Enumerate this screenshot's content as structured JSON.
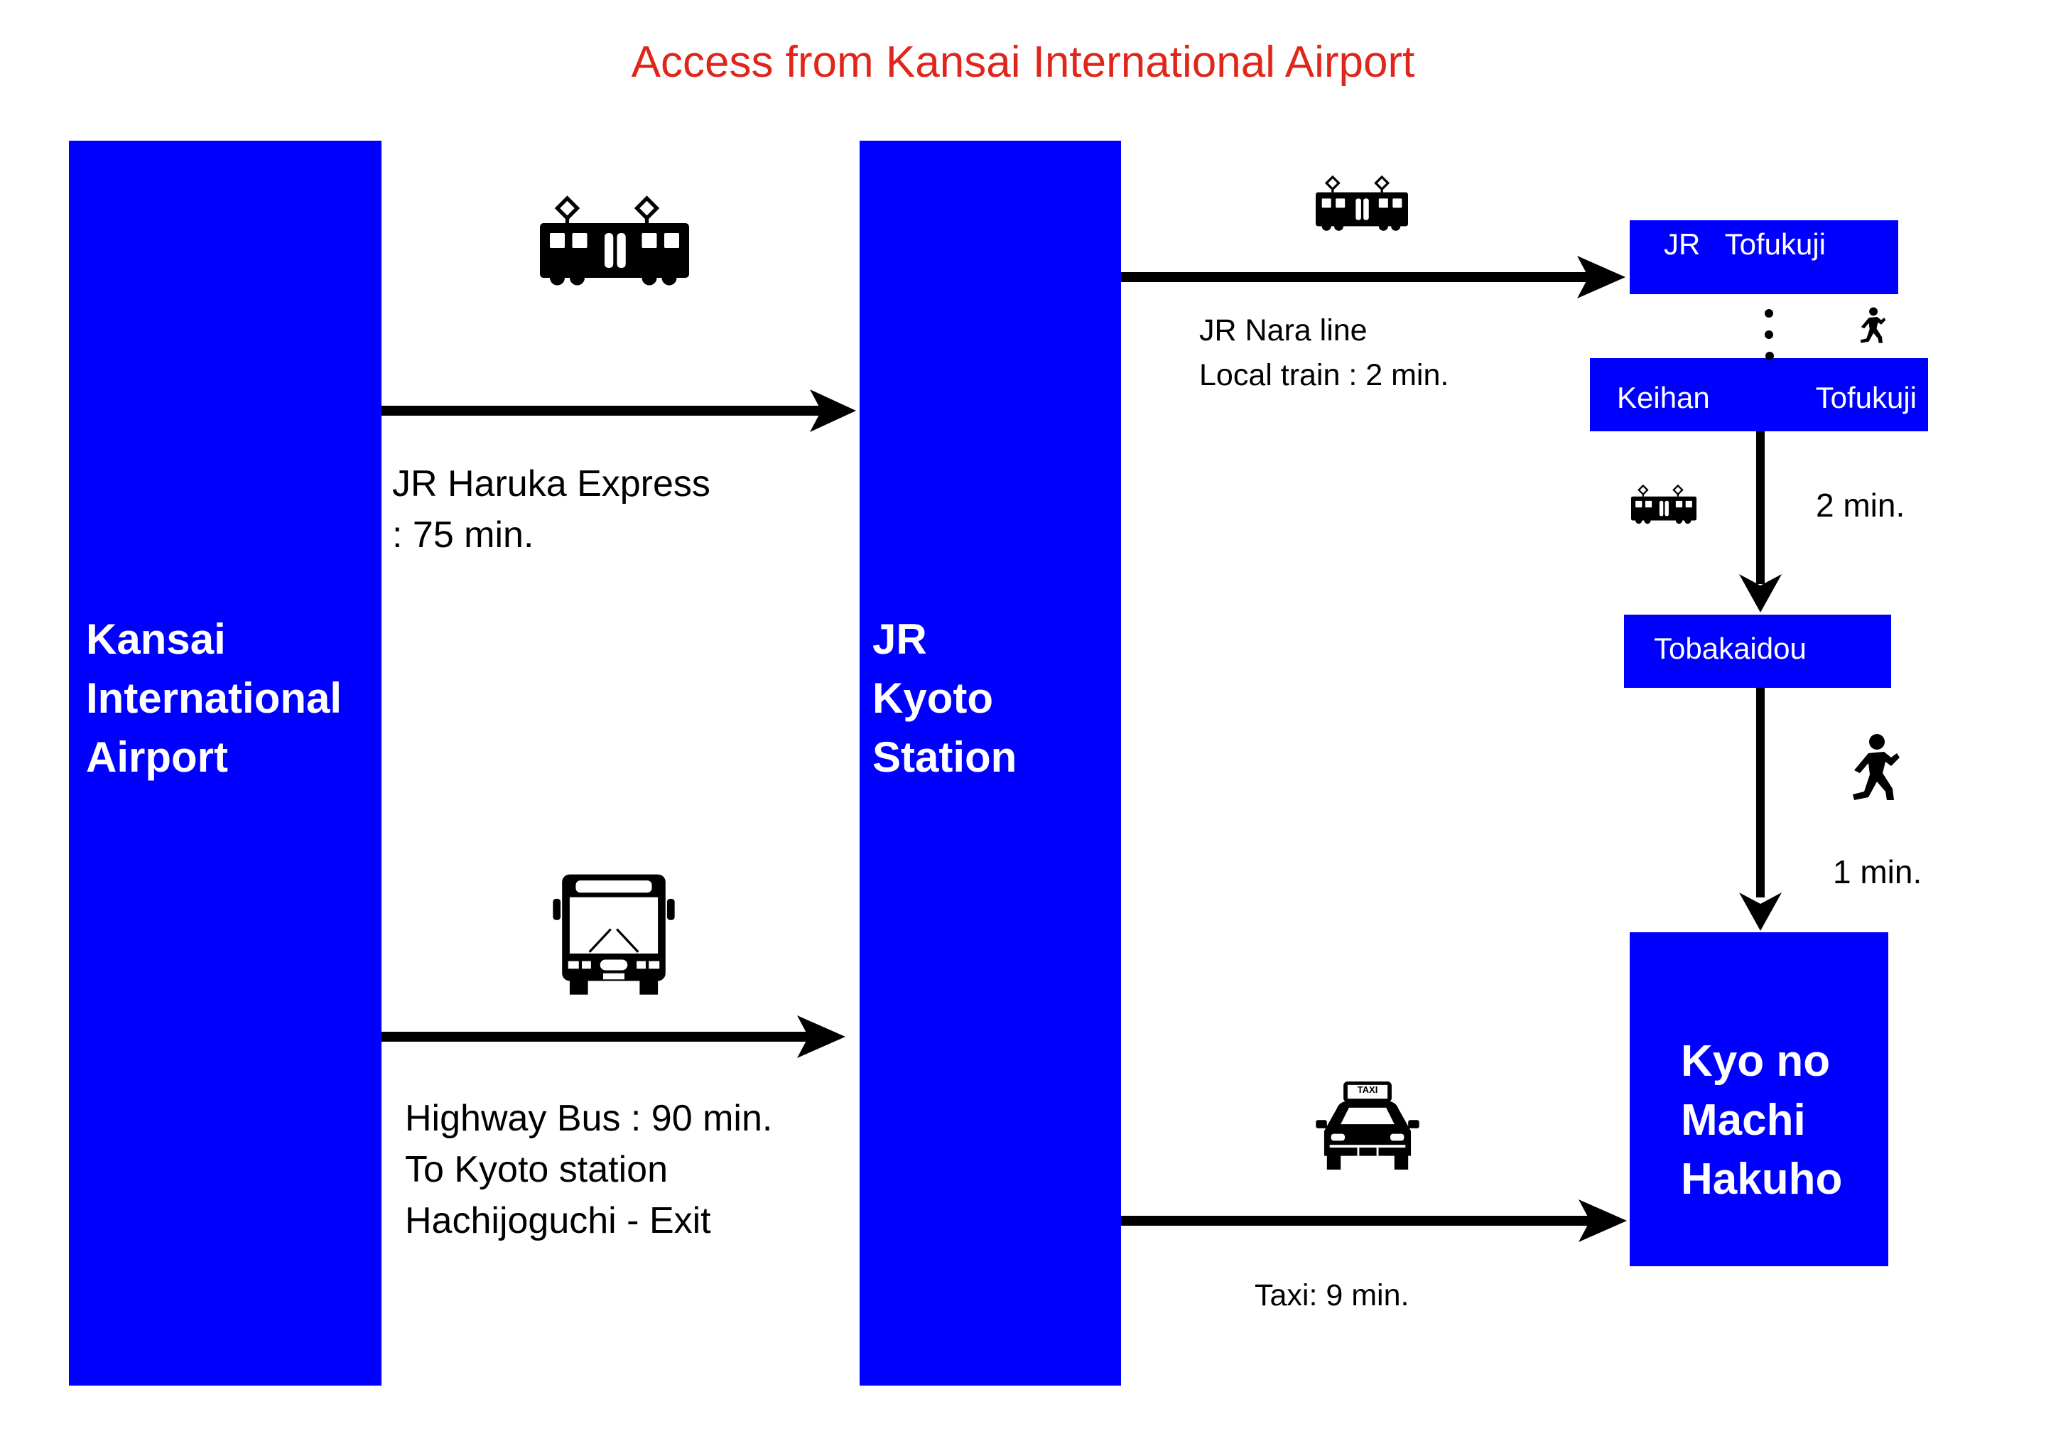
{
  "title": "Access from Kansai International Airport",
  "colors": {
    "title": "#e0261b",
    "box_fill": "#0000ff",
    "box_text": "#ffffff",
    "arrow": "#000000",
    "text": "#000000"
  },
  "stations": {
    "airport": "Kansai\nInternational\nAirport",
    "kyoto_station": "JR\nKyoto\nStation",
    "jr_tofukuji": "JR   Tofukuji",
    "keihan_tofukuji": {
      "left": "Keihan",
      "right": "Tofukuji"
    },
    "tobakaidou": "Tobakaidou",
    "destination": "Kyo no\nMachi\n Hakuho"
  },
  "routes": {
    "haruka": {
      "icon": "train-icon",
      "label": "JR Haruka Express\n: 75 min."
    },
    "bus": {
      "icon": "bus-icon",
      "label": "Highway Bus : 90 min.\nTo Kyoto station\nHachijoguchi - Exit"
    },
    "nara_line": {
      "icon": "train-icon",
      "label": "JR Nara line\nLocal train : 2 min."
    },
    "transfer_walk": {
      "icon": "walking-person-icon",
      "label": ""
    },
    "keihan": {
      "icon": "train-icon",
      "label": "2 min."
    },
    "walk": {
      "icon": "walking-person-icon",
      "label": "1 min."
    },
    "taxi": {
      "icon": "taxi-icon",
      "label": "Taxi: 9 min.",
      "sign": "TAXI"
    }
  }
}
